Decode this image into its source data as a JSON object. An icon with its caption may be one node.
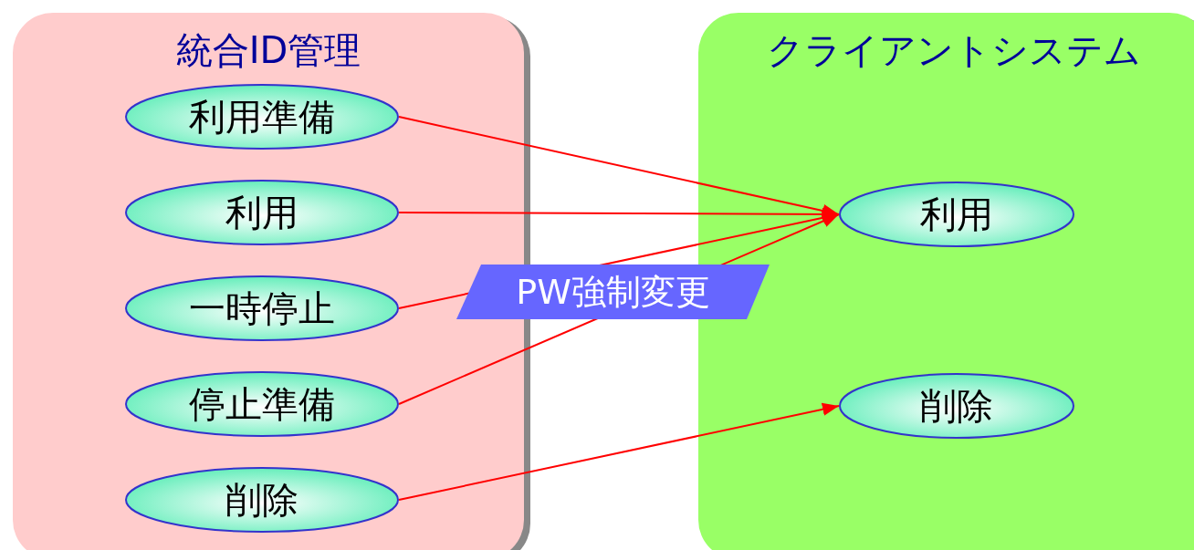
{
  "diagram": {
    "nodes": [
      {
        "text": [
          "統合ID管理"
        ]
      },
      {
        "text": [
          "利用準備"
        ],
        "in": 0
      },
      {
        "text": [
          "利用"
        ],
        "in": 0
      },
      {
        "text": [
          "一時停止"
        ],
        "in": 0
      },
      {
        "text": [
          "停止準備"
        ],
        "in": 0
      },
      {
        "text": [
          "削除"
        ],
        "in": 0
      },
      {
        "text": [
          "クライアントシステム"
        ]
      },
      {
        "text": [
          "利用"
        ],
        "in": 6
      },
      {
        "text": [
          "削除"
        ],
        "in": 6
      }
    ],
    "edges": [
      {
        "from": 1,
        "to": 7,
        "arrow": "to"
      },
      {
        "from": 2,
        "to": 7,
        "arrow": "to"
      },
      {
        "from": 3,
        "to": 7,
        "arrow": "to"
      },
      {
        "from": 4,
        "to": 7,
        "arrow": "to",
        "label": "PW強制変更"
      },
      {
        "from": 5,
        "to": 8,
        "arrow": "to"
      }
    ]
  }
}
